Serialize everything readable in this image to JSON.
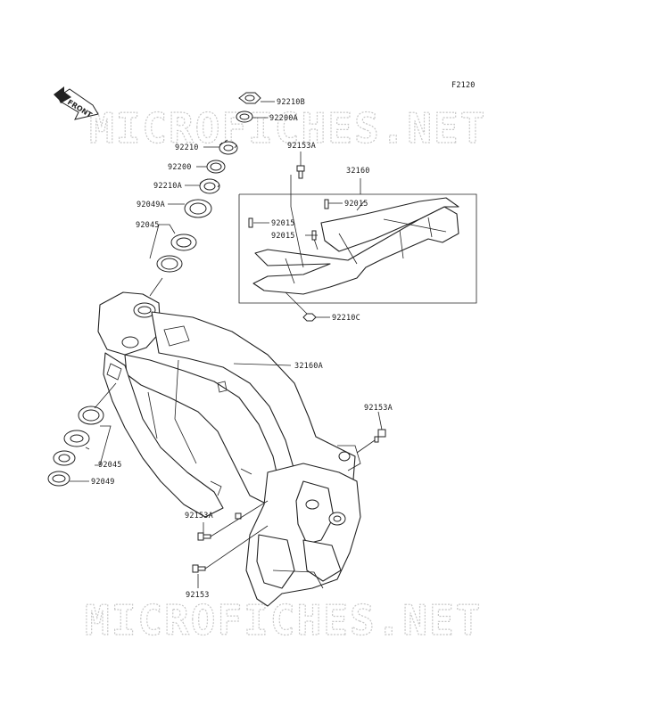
{
  "figure_code": "F2120",
  "front_label": "FRONT",
  "watermark": "MICROFICHES.NET",
  "parts": {
    "p92210B": "92210B",
    "p92200A": "92200A",
    "p92210": "92210",
    "p92200": "92200",
    "p92210A": "92210A",
    "p92049A": "92049A",
    "p92045_top": "92045",
    "p92153A_top": "92153A",
    "p32160": "32160",
    "p92015_a": "92015",
    "p92015_b": "92015",
    "p92015_c": "92015",
    "p92210C": "92210C",
    "p32160A": "32160A",
    "p92153A_right": "92153A",
    "p92045_bottom": "92045",
    "p92049": "92049",
    "p92153A_bottom": "92153A",
    "p92153": "92153"
  }
}
